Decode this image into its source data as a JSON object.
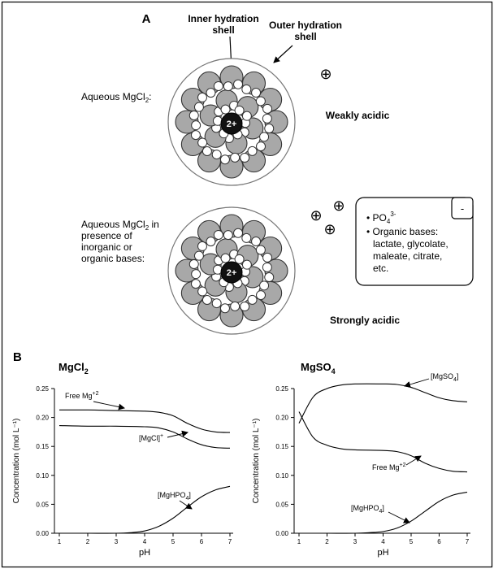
{
  "panel_a": {
    "label": "A",
    "inner_shell_label": [
      "Inner hydration",
      "shell"
    ],
    "outer_shell_label": [
      "Outer hydration",
      "shell"
    ],
    "case_top": {
      "label_main": "Aqueous MgCl",
      "label_sub": "2",
      "label_tail": ":",
      "result": "Weakly acidic"
    },
    "case_bottom": {
      "label_lines": [
        "Aqueous MgCl",
        "presence of",
        "inorganic or",
        "organic bases:"
      ],
      "label_sub": "2",
      "label_line1_tail": " in",
      "result": "Strongly acidic"
    },
    "ion_charge": "2+",
    "proton_symbol": "⊕",
    "anion_box": {
      "charge": "-",
      "items": [
        "PO",
        "Organic bases:",
        "lactate, glycolate,",
        "maleate, citrate,",
        "etc."
      ],
      "po_sub": "4",
      "po_sup": "3-"
    }
  },
  "panel_b": {
    "label": "B",
    "chart_data": [
      {
        "type": "line",
        "title": "MgCl2",
        "xlabel": "pH",
        "ylabel": "Concentration (mol L⁻¹)",
        "xlim": [
          1,
          7
        ],
        "ylim": [
          0,
          0.25
        ],
        "xticks": [
          1,
          2,
          3,
          4,
          5,
          6,
          7
        ],
        "yticks": [
          "0.00",
          "0.05",
          "0.10",
          "0.15",
          "0.20",
          "0.25"
        ],
        "series": [
          {
            "name": "Free Mg+2",
            "x": [
              1,
              2,
              3,
              4,
              4.5,
              5,
              5.5,
              6,
              6.5,
              7
            ],
            "values": [
              0.213,
              0.213,
              0.212,
              0.211,
              0.209,
              0.203,
              0.19,
              0.18,
              0.175,
              0.174
            ]
          },
          {
            "name": "[MgCl]+",
            "x": [
              1,
              2,
              3,
              4,
              4.5,
              5,
              5.5,
              6,
              6.5,
              7
            ],
            "values": [
              0.186,
              0.185,
              0.185,
              0.184,
              0.182,
              0.175,
              0.163,
              0.153,
              0.148,
              0.147
            ]
          },
          {
            "name": "[MgHPO4]",
            "x": [
              1,
              2,
              3,
              3.5,
              4,
              4.5,
              5,
              5.5,
              6,
              6.5,
              7
            ],
            "values": [
              0.0,
              0.0,
              0.0,
              0.001,
              0.004,
              0.012,
              0.026,
              0.045,
              0.063,
              0.075,
              0.081
            ]
          }
        ],
        "annotations": [
          {
            "text": "Free Mg",
            "sup": "+2"
          },
          {
            "text": "[MgCl]",
            "sup": "+"
          },
          {
            "text": "[MgHPO",
            "sub": "4",
            "tail": "]"
          }
        ]
      },
      {
        "type": "line",
        "title": "MgSO4",
        "xlabel": "pH",
        "ylabel": "Concentration (mol L⁻¹)",
        "xlim": [
          1,
          7
        ],
        "ylim": [
          0,
          0.25
        ],
        "xticks": [
          1,
          2,
          3,
          4,
          5,
          6,
          7
        ],
        "yticks": [
          "0.00",
          "0.05",
          "0.10",
          "0.15",
          "0.20",
          "0.25"
        ],
        "series": [
          {
            "name": "[MgSO4]",
            "x": [
              1,
              1.5,
              2,
              2.5,
              3,
              4,
              4.5,
              5,
              5.5,
              6,
              6.5,
              7
            ],
            "values": [
              0.19,
              0.235,
              0.25,
              0.256,
              0.258,
              0.258,
              0.257,
              0.252,
              0.243,
              0.234,
              0.229,
              0.227
            ]
          },
          {
            "name": "Free Mg+2",
            "x": [
              1,
              1.5,
              2,
              2.5,
              3,
              4,
              4.5,
              5,
              5.5,
              6,
              6.5,
              7
            ],
            "values": [
              0.21,
              0.166,
              0.152,
              0.146,
              0.144,
              0.143,
              0.141,
              0.134,
              0.121,
              0.112,
              0.107,
              0.106
            ]
          },
          {
            "name": "[MgHPO4]",
            "x": [
              1,
              2,
              3,
              3.5,
              4,
              4.5,
              5,
              5.5,
              6,
              6.5,
              7
            ],
            "values": [
              0.0,
              0.0,
              0.0,
              0.001,
              0.003,
              0.009,
              0.021,
              0.038,
              0.055,
              0.066,
              0.071
            ]
          }
        ],
        "annotations": [
          {
            "text": "[MgSO",
            "sub": "4",
            "tail": "]"
          },
          {
            "text": "Free Mg",
            "sup": "+2"
          },
          {
            "text": "[MgHPO",
            "sub": "4",
            "tail": "]"
          }
        ]
      }
    ]
  }
}
